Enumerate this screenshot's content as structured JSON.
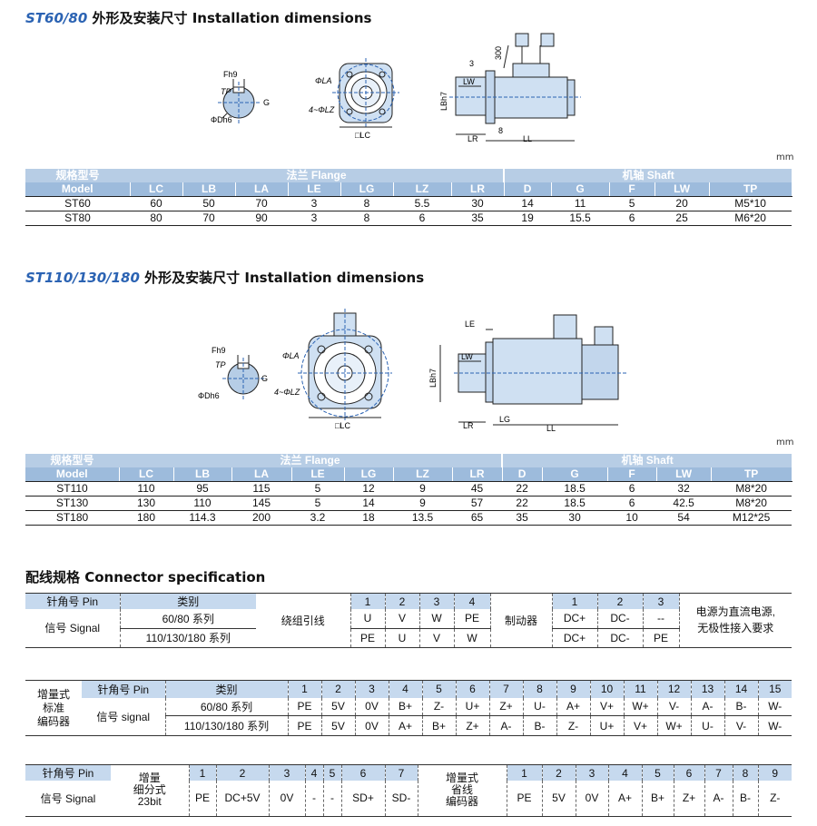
{
  "section1": {
    "title_model": "ST60/80",
    "title_rest": "外形及安装尺寸  Installation dimensions",
    "unit": "mm",
    "labels": {
      "fh9": "Fh9",
      "tp": "TP",
      "g": "G",
      "dh6": "ΦDh6",
      "la": "ΦLA",
      "lz": "4~ΦLZ",
      "lc": "□LC",
      "dim3": "3",
      "dim300": "300",
      "lw": "LW",
      "lbh7": "LBh7",
      "lr": "LR",
      "dim8": "8",
      "ll": "LL"
    },
    "header": {
      "model_cn": "规格型号",
      "model_en": "Model",
      "flange": "法兰  Flange",
      "shaft": "机轴  Shaft"
    },
    "columns": [
      "LC",
      "LB",
      "LA",
      "LE",
      "LG",
      "LZ",
      "LR",
      "D",
      "G",
      "F",
      "LW",
      "TP"
    ],
    "rows": [
      [
        "ST60",
        "60",
        "50",
        "70",
        "3",
        "8",
        "5.5",
        "30",
        "14",
        "11",
        "5",
        "20",
        "M5*10"
      ],
      [
        "ST80",
        "80",
        "70",
        "90",
        "3",
        "8",
        "6",
        "35",
        "19",
        "15.5",
        "6",
        "25",
        "M6*20"
      ]
    ]
  },
  "section2": {
    "title_model": "ST110/130/180",
    "title_rest": "外形及安装尺寸  Installation dimensions",
    "unit": "mm",
    "labels": {
      "fh9": "Fh9",
      "tp": "TP",
      "g": "G",
      "dh6": "ΦDh6",
      "la": "ΦLA",
      "lz": "4~ΦLZ",
      "lc": "□LC",
      "le": "LE",
      "lw": "LW",
      "lbh7": "LBh7",
      "lr": "LR",
      "lg": "LG",
      "ll": "LL"
    },
    "header": {
      "model_cn": "规格型号",
      "model_en": "Model",
      "flange": "法兰  Flange",
      "shaft": "机轴  Shaft"
    },
    "columns": [
      "LC",
      "LB",
      "LA",
      "LE",
      "LG",
      "LZ",
      "LR",
      "D",
      "G",
      "F",
      "LW",
      "TP"
    ],
    "rows": [
      [
        "ST110",
        "110",
        "95",
        "115",
        "5",
        "12",
        "9",
        "45",
        "22",
        "18.5",
        "6",
        "32",
        "M8*20"
      ],
      [
        "ST130",
        "130",
        "110",
        "145",
        "5",
        "14",
        "9",
        "57",
        "22",
        "18.5",
        "6",
        "42.5",
        "M8*20"
      ],
      [
        "ST180",
        "180",
        "114.3",
        "200",
        "3.2",
        "18",
        "13.5",
        "65",
        "35",
        "30",
        "10",
        "54",
        "M12*25"
      ]
    ]
  },
  "connector": {
    "title": "配线规格  Connector specification",
    "t1": {
      "pin": "针角号 Pin",
      "signal": "信号  Signal",
      "category": "类别",
      "series_a": "60/80 系列",
      "series_b": "110/130/180 系列",
      "winding": "绕组引线",
      "winding_pins": [
        "1",
        "2",
        "3",
        "4"
      ],
      "winding_a": [
        "U",
        "V",
        "W",
        "PE"
      ],
      "winding_b": [
        "PE",
        "U",
        "V",
        "W"
      ],
      "brake": "制动器",
      "brake_pins": [
        "1",
        "2",
        "3"
      ],
      "brake_a": [
        "DC+",
        "DC-",
        "--"
      ],
      "brake_b": [
        "DC+",
        "DC-",
        "PE"
      ],
      "note_line1": "电源为直流电源,",
      "note_line2": "无极性接入要求"
    },
    "t2": {
      "enc1": "增量式",
      "enc2": "标准",
      "enc3": "编码器",
      "pin": "针角号 Pin",
      "signal": "信号  signal",
      "category": "类别",
      "series_a": "60/80 系列",
      "series_b": "110/130/180 系列",
      "pins": [
        "1",
        "2",
        "3",
        "4",
        "5",
        "6",
        "7",
        "8",
        "9",
        "10",
        "11",
        "12",
        "13",
        "14",
        "15"
      ],
      "row_a": [
        "PE",
        "5V",
        "0V",
        "B+",
        "Z-",
        "U+",
        "Z+",
        "U-",
        "A+",
        "V+",
        "W+",
        "V-",
        "A-",
        "B-",
        "W-"
      ],
      "row_b": [
        "PE",
        "5V",
        "0V",
        "A+",
        "B+",
        "Z+",
        "A-",
        "B-",
        "Z-",
        "U+",
        "V+",
        "W+",
        "U-",
        "V-",
        "W-"
      ]
    },
    "t3": {
      "pin": "针角号  Pin",
      "signal": "信号  Signal",
      "mid1": "增量",
      "mid2": "细分式",
      "mid3": "23bit",
      "pins_a": [
        "1",
        "2",
        "3",
        "4",
        "5",
        "6",
        "7"
      ],
      "vals_a": [
        "PE",
        "DC+5V",
        "0V",
        "-",
        "-",
        "SD+",
        "SD-"
      ],
      "enc1": "增量式",
      "enc2": "省线",
      "enc3": "编码器",
      "pins_b": [
        "1",
        "2",
        "3",
        "4",
        "5",
        "6",
        "7",
        "8",
        "9"
      ],
      "vals_b": [
        "PE",
        "5V",
        "0V",
        "A+",
        "B+",
        "Z+",
        "A-",
        "B-",
        "Z-"
      ]
    }
  }
}
